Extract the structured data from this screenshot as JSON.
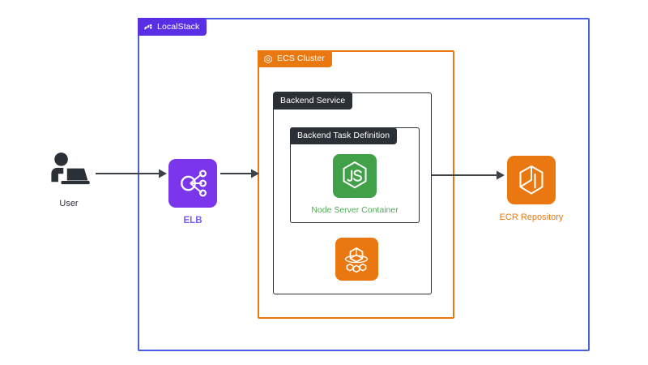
{
  "diagram": {
    "title": "LocalStack ECS architecture diagram",
    "background": "#ffffff"
  },
  "boundaries": [
    {
      "key": "localstack",
      "label": "LocalStack",
      "icon": "localstack-icon",
      "border_color": "#4a5fe0",
      "tab_color": "#5a2ee5",
      "tab_text_color": "#ffffff"
    },
    {
      "key": "ecs_cluster",
      "label": "ECS Cluster",
      "icon": "ecs-cluster-icon",
      "border_color": "#e8780f",
      "tab_color": "#e8780f",
      "tab_text_color": "#ffffff"
    },
    {
      "key": "backend_service",
      "label": "Backend Service",
      "icon": "none",
      "border_color": "#2b2f36",
      "tab_color": "#2b2f36",
      "tab_text_color": "#ffffff"
    },
    {
      "key": "backend_task_definition",
      "label": "Backend Task Definition",
      "icon": "none",
      "border_color": "#2b2f36",
      "tab_color": "#2b2f36",
      "tab_text_color": "#ffffff"
    }
  ],
  "nodes": [
    {
      "key": "user",
      "label": "User",
      "icon": "user-at-laptop-icon",
      "tile_color": "none",
      "label_color": "#2b2f36"
    },
    {
      "key": "elb",
      "label": "ELB",
      "icon": "load-balancer-icon",
      "tile_color": "#7b35ea",
      "label_color": "#7b5cf0"
    },
    {
      "key": "node_server_container",
      "label": "Node Server Container",
      "icon": "nodejs-icon",
      "tile_color": "#41a148",
      "label_color": "#51a95a"
    },
    {
      "key": "ecs_task",
      "label": "",
      "icon": "ecs-task-cube-icon",
      "tile_color": "#e8780f",
      "label_color": "#e8780f"
    },
    {
      "key": "ecr_repository",
      "label": "ECR Repository",
      "icon": "ecr-cube-icon",
      "tile_color": "#e8780f",
      "label_color": "#e8780f"
    }
  ],
  "connections": [
    {
      "key": "user-to-elb",
      "from": "user",
      "to": "elb",
      "color": "#3d4148",
      "style": "solid-arrow"
    },
    {
      "key": "elb-to-ecs-cluster",
      "from": "elb",
      "to": "ecs_cluster",
      "color": "#3d4148",
      "style": "solid-arrow"
    },
    {
      "key": "backend-service-to-ecr",
      "from": "backend_service",
      "to": "ecr_repository",
      "color": "#3d4148",
      "style": "solid-arrow"
    }
  ]
}
